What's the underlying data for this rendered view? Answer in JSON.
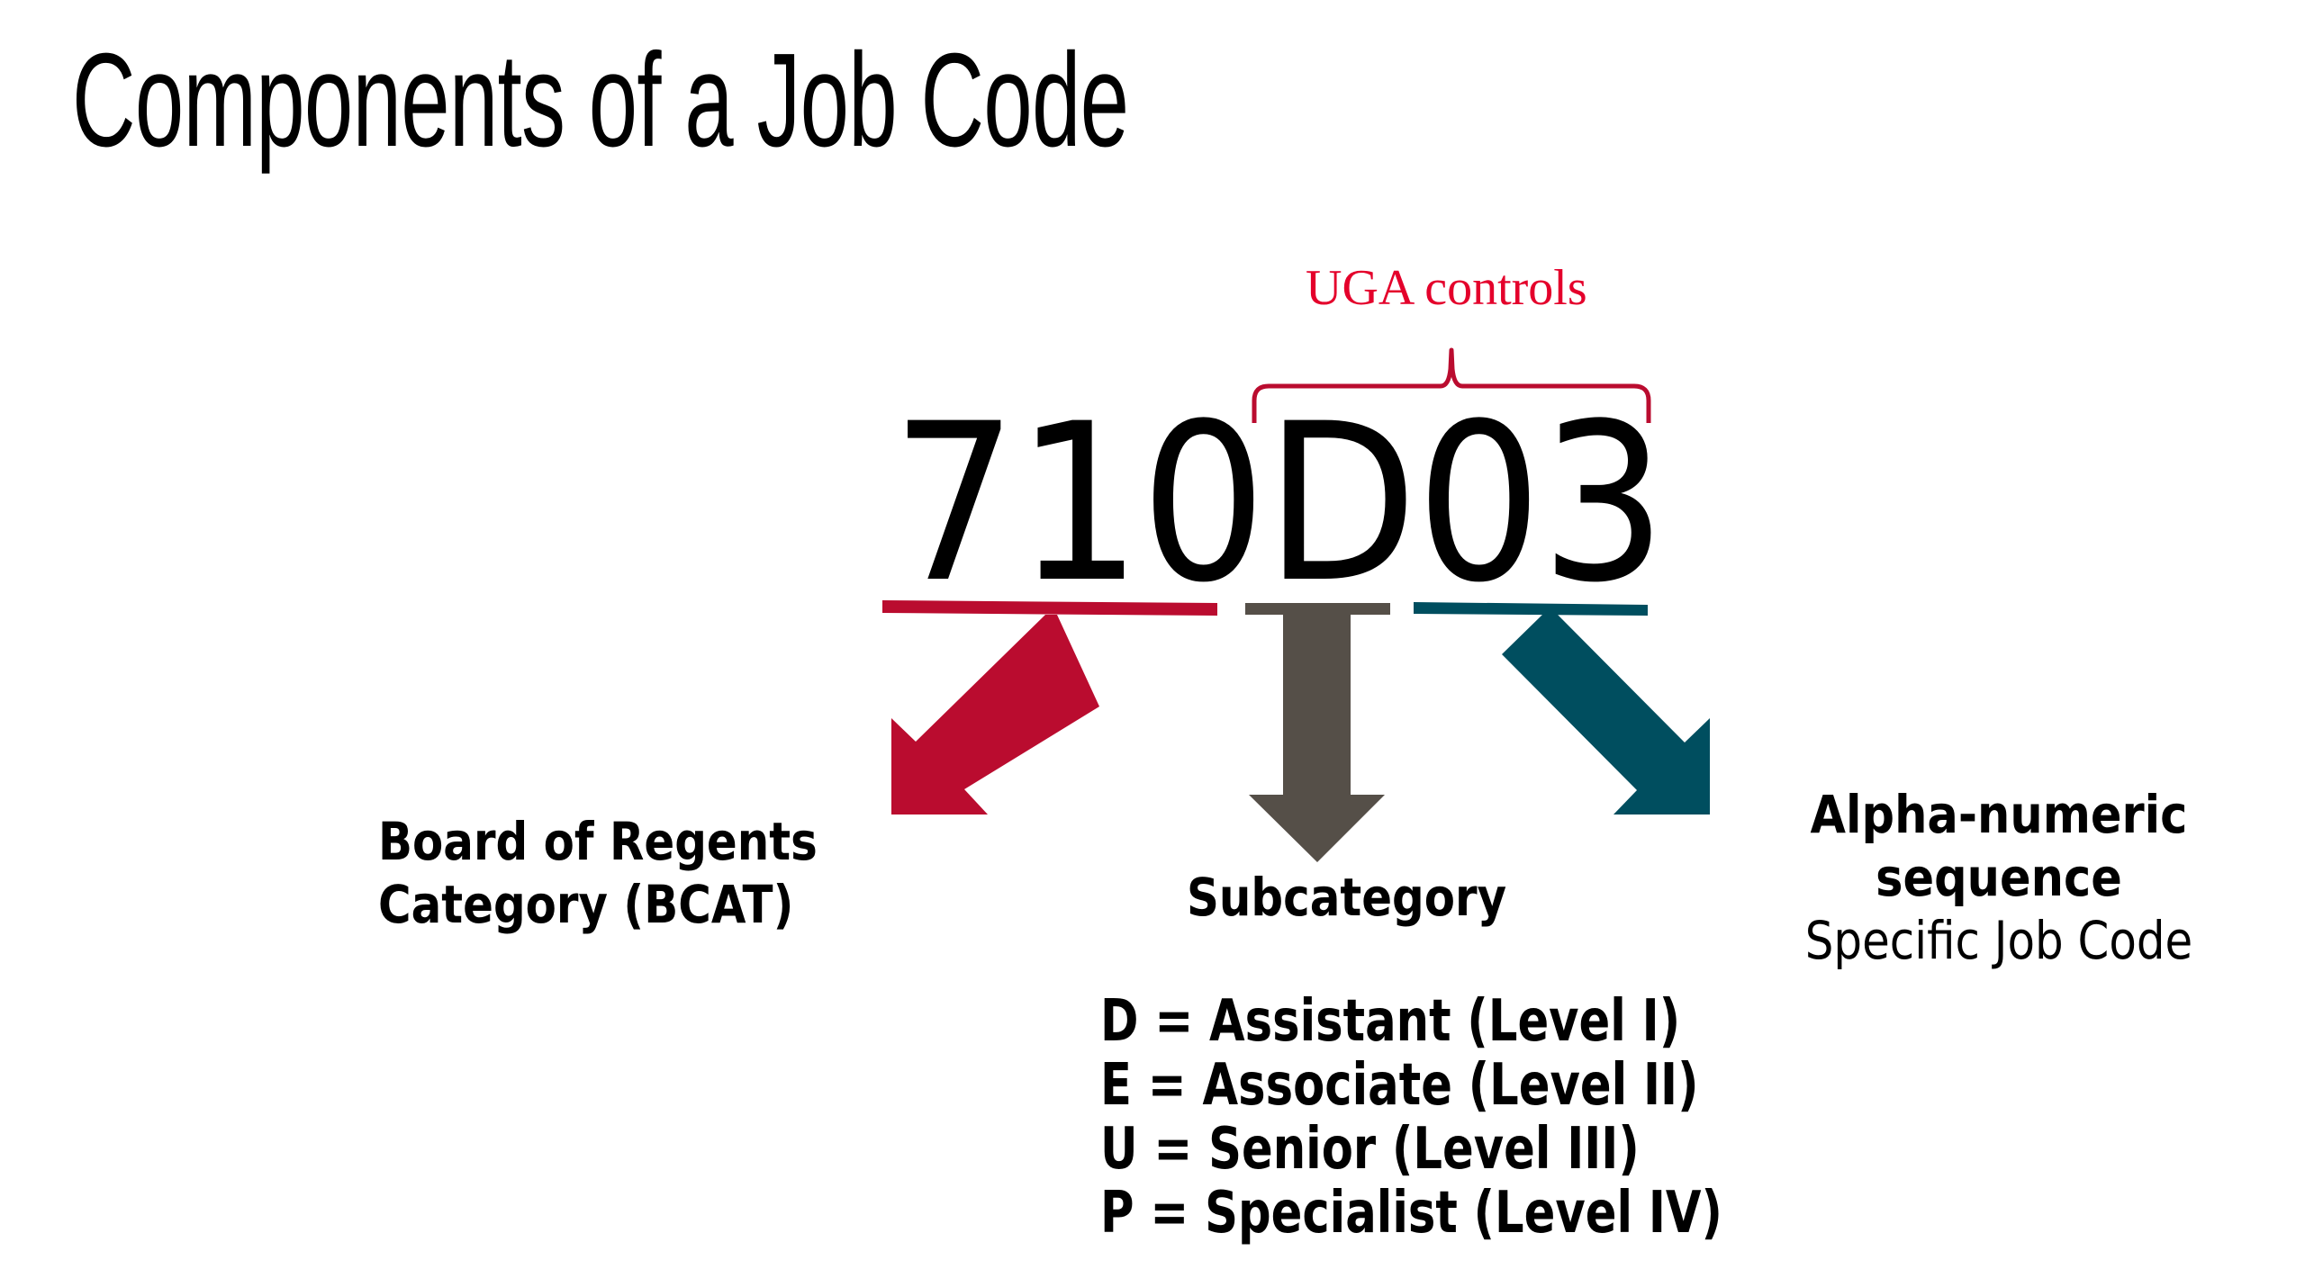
{
  "slide": {
    "title": "Components of a Job Code",
    "code": "710D03",
    "code_parts": {
      "bcat": "710",
      "subcategory": "D",
      "sequence": "03"
    },
    "annotation": {
      "label": "UGA controls",
      "spans": [
        "D",
        "0",
        "3"
      ],
      "color": "#e4002b",
      "brace_color": "#ba0c2f"
    },
    "components": [
      {
        "id": "bcat",
        "title_lines": [
          "Board of Regents",
          "Category (BCAT)"
        ],
        "arrow_direction": "down-left",
        "color": "#ba0c2f"
      },
      {
        "id": "subcategory",
        "title": "Subcategory",
        "arrow_direction": "down",
        "color": "#554f48",
        "levels": [
          "D = Assistant (Level I)",
          "E = Associate (Level II)",
          "U = Senior (Level III)",
          "P = Specialist (Level IV)"
        ]
      },
      {
        "id": "sequence",
        "title_lines": [
          "Alpha-numeric",
          "sequence"
        ],
        "subtitle": "Specific Job Code",
        "arrow_direction": "down-right",
        "color": "#004e5f"
      }
    ]
  }
}
